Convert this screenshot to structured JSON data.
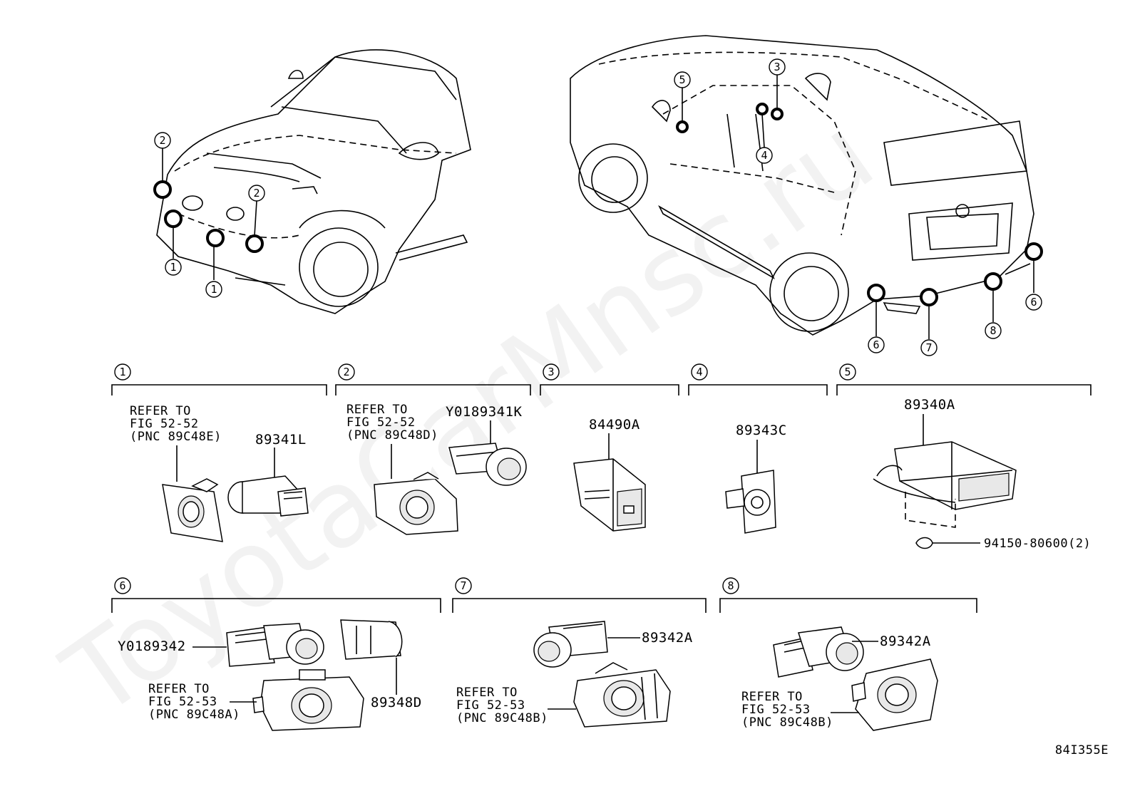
{
  "watermark": "ToyotaCarMnsc.ru",
  "diagram_code": "84I355E",
  "front_vehicle_markers": [
    "2",
    "2",
    "1",
    "1"
  ],
  "rear_vehicle_markers": [
    "5",
    "3",
    "4",
    "6",
    "6",
    "7",
    "8"
  ],
  "groups": [
    {
      "num": "1",
      "ref": [
        "REFER TO",
        "FIG 52-52",
        "(PNC 89C48E)"
      ],
      "parts": [
        "89341L"
      ]
    },
    {
      "num": "2",
      "ref": [
        "REFER TO",
        "FIG 52-52",
        "(PNC 89C48D)"
      ],
      "parts": [
        "Y0189341K"
      ]
    },
    {
      "num": "3",
      "ref": [],
      "parts": [
        "84490A"
      ]
    },
    {
      "num": "4",
      "ref": [],
      "parts": [
        "89343C"
      ]
    },
    {
      "num": "5",
      "ref": [],
      "parts": [
        "89340A",
        "94150-80600(2)"
      ]
    },
    {
      "num": "6",
      "ref": [
        "REFER TO",
        "FIG 52-53",
        "(PNC 89C48A)"
      ],
      "parts": [
        "Y0189342",
        "89348D"
      ]
    },
    {
      "num": "7",
      "ref": [
        "REFER TO",
        "FIG 52-53",
        "(PNC 89C48B)"
      ],
      "parts": [
        "89342A"
      ]
    },
    {
      "num": "8",
      "ref": [
        "REFER TO",
        "FIG 52-53",
        "(PNC 89C48B)"
      ],
      "parts": [
        "89342A"
      ]
    }
  ]
}
